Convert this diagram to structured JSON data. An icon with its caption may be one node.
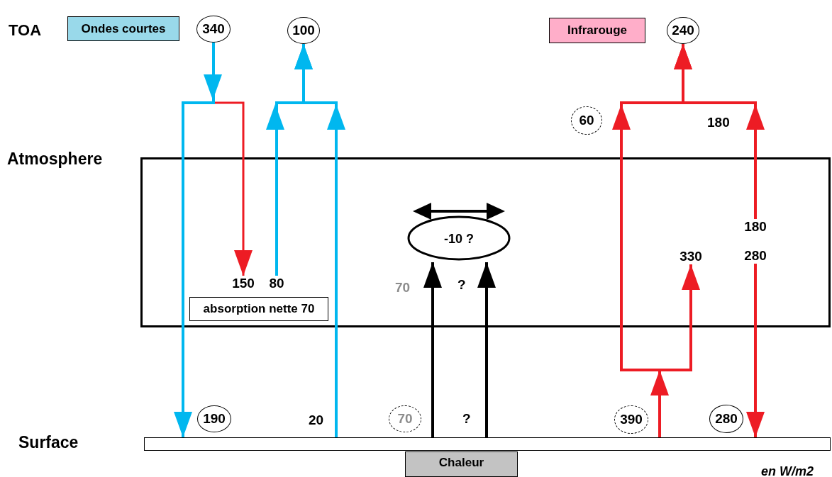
{
  "diagram": {
    "nodes": [
      {
        "text": [
          "Ondes courtes"
        ]
      },
      {
        "text": [
          "340"
        ]
      },
      {
        "text": [
          "100"
        ]
      },
      {
        "text": [
          "Infrarouge"
        ]
      },
      {
        "text": [
          "240"
        ]
      },
      {
        "text": [
          "60"
        ]
      },
      {
        "text": [
          "Atmosphere"
        ]
      },
      {
        "text": [
          "-10 ?"
        ],
        "in": 6
      },
      {
        "text": [
          "absorption nette  70"
        ],
        "in": 6
      },
      {
        "text": [
          "Surface"
        ]
      },
      {
        "text": [
          "190"
        ]
      },
      {
        "text": [
          "70"
        ]
      },
      {
        "text": [
          "390"
        ]
      },
      {
        "text": [
          "280"
        ]
      },
      {
        "text": [
          "Chaleur"
        ]
      },
      {
        "text": [
          "150"
        ],
        "in": 6
      },
      {
        "text": [
          "80"
        ],
        "in": 6
      },
      {
        "text": [
          "330"
        ],
        "in": 6
      },
      {
        "text": [
          "180"
        ],
        "in": 6
      },
      {
        "text": [
          "280"
        ],
        "in": 6
      }
    ],
    "edges": [
      {
        "from": 1,
        "to": 15,
        "arrow": "to",
        "color": "#ed1c24"
      },
      {
        "from": 1,
        "to": 9,
        "arrow": "to",
        "color": "#00b7ef"
      },
      {
        "from": 16,
        "to": 2,
        "arrow": "to",
        "color": "#00b7ef"
      },
      {
        "from": 9,
        "to": 2,
        "arrow": "to",
        "color": "#00b7ef"
      },
      {
        "from": 9,
        "to": 7,
        "arrow": "to",
        "color": "#000000"
      },
      {
        "from": 9,
        "to": 7,
        "arrow": "to",
        "color": "#000000"
      },
      {
        "from": 9,
        "to": 4,
        "arrow": "to",
        "color": "#ed1c24"
      },
      {
        "from": 9,
        "to": 17,
        "arrow": "to",
        "color": "#ed1c24"
      },
      {
        "from": 18,
        "to": 4,
        "arrow": "to",
        "color": "#ed1c24"
      },
      {
        "from": 19,
        "to": 9,
        "arrow": "to",
        "color": "#ed1c24"
      }
    ],
    "labels": [
      "TOA",
      "180",
      "70",
      "?",
      "20",
      "?",
      "en W/m2"
    ]
  }
}
